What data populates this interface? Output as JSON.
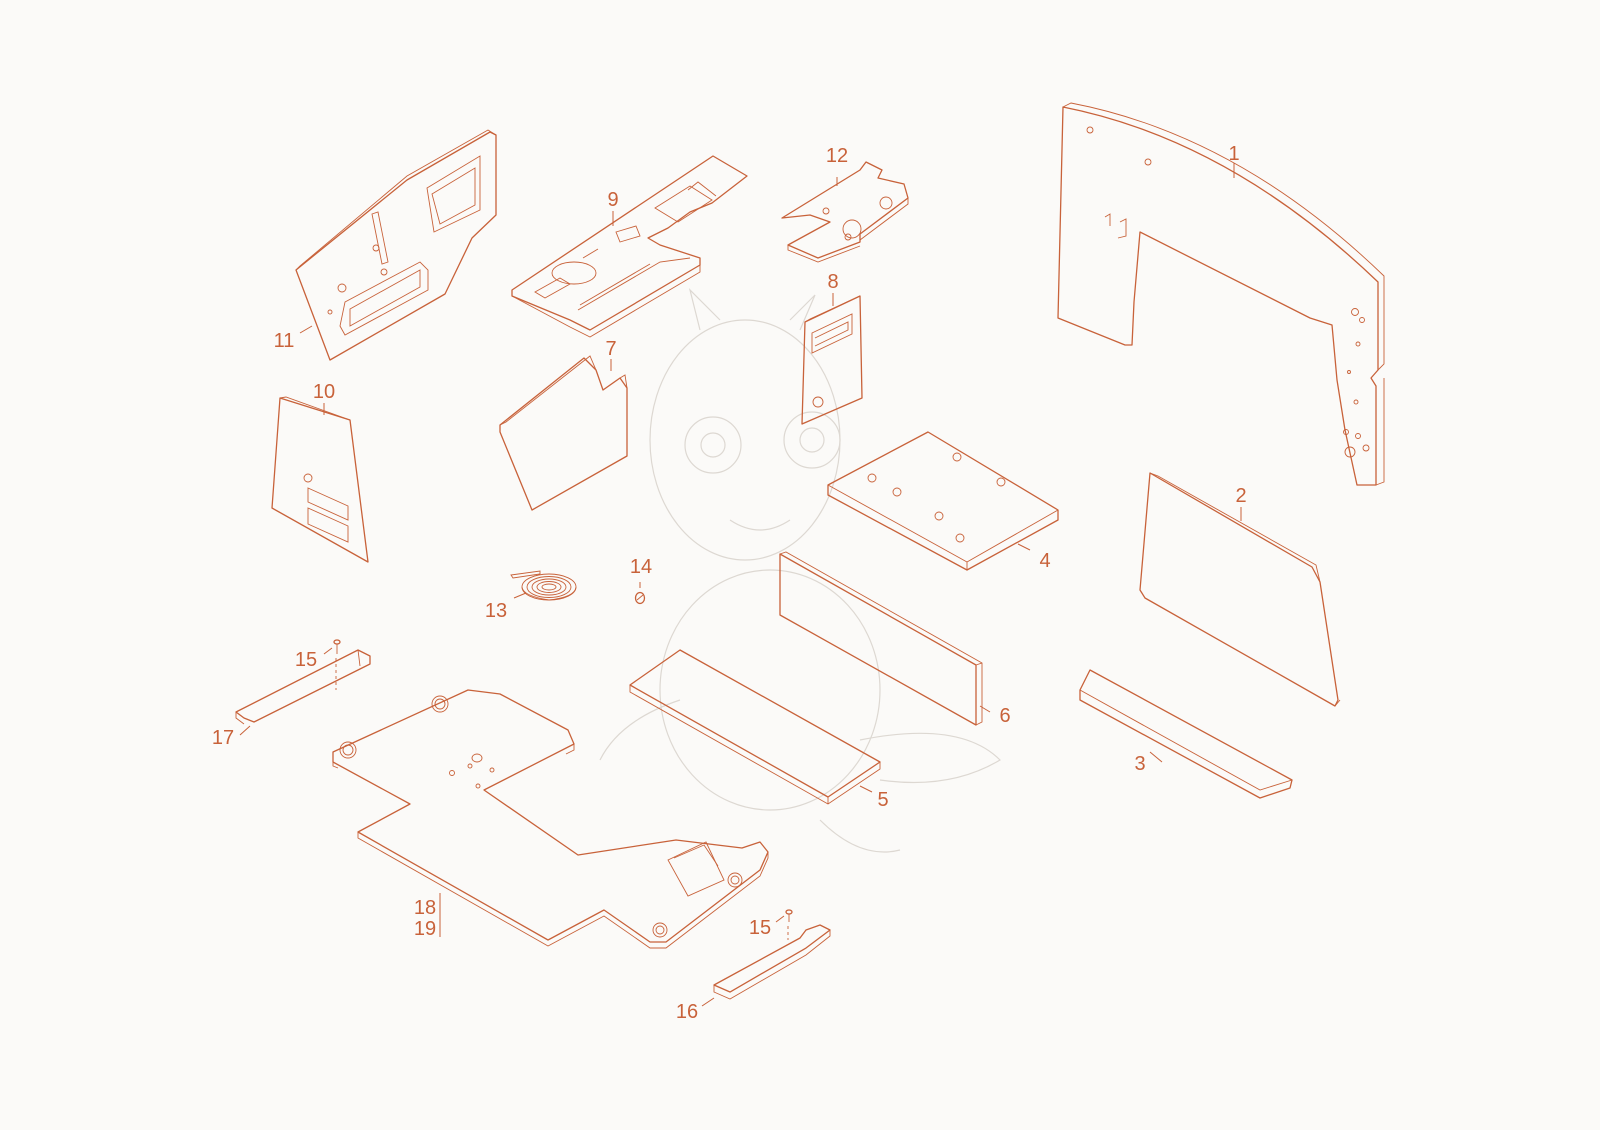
{
  "callouts": {
    "p1": "1",
    "p2": "2",
    "p3": "3",
    "p4": "4",
    "p5": "5",
    "p6": "6",
    "p7": "7",
    "p8": "8",
    "p9": "9",
    "p10": "10",
    "p11": "11",
    "p12": "12",
    "p13": "13",
    "p14": "14",
    "p15a": "15",
    "p15b": "15",
    "p16": "16",
    "p17": "17",
    "p18": "18",
    "p19": "19"
  },
  "colors": {
    "line": "#c8623a",
    "background": "#fbfaf8",
    "watermark": "#ddd8d2"
  },
  "watermark_icon": "baby-dragon-illustration"
}
